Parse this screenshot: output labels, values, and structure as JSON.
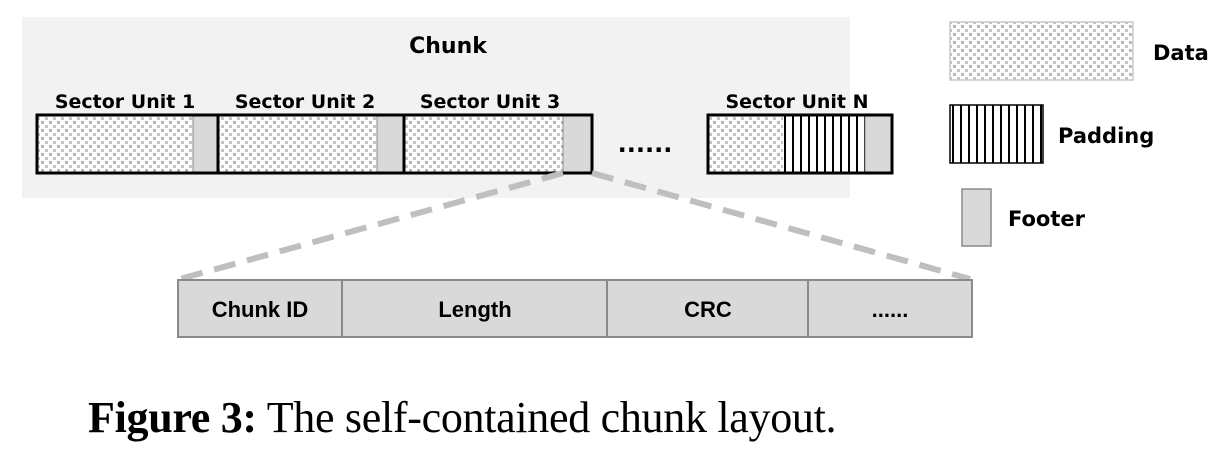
{
  "figure": {
    "chunk_label": "Chunk",
    "sector_units": [
      {
        "label": "Sector Unit 1",
        "segments": [
          "data",
          "footer"
        ]
      },
      {
        "label": "Sector Unit 2",
        "segments": [
          "data",
          "footer"
        ]
      },
      {
        "label": "Sector Unit 3",
        "segments": [
          "data",
          "footer"
        ]
      },
      {
        "label": "Sector Unit N",
        "segments": [
          "data",
          "padding",
          "footer"
        ]
      }
    ],
    "ellipsis": "......",
    "zoom_source": "Sector Unit 3 footer",
    "footer_fields": [
      "Chunk ID",
      "Length",
      "CRC",
      "......"
    ],
    "legend": [
      {
        "key": "data",
        "label": "Data"
      },
      {
        "key": "padding",
        "label": "Padding"
      },
      {
        "key": "footer",
        "label": "Footer"
      }
    ],
    "colors": {
      "panel": "#f2f2f2",
      "footer_fill": "#d9d9d9",
      "data_dots": "#b8b8b8",
      "dash": "#bfbfbf"
    }
  },
  "caption": {
    "number": "Figure 3:",
    "text": " The self-contained chunk layout."
  }
}
